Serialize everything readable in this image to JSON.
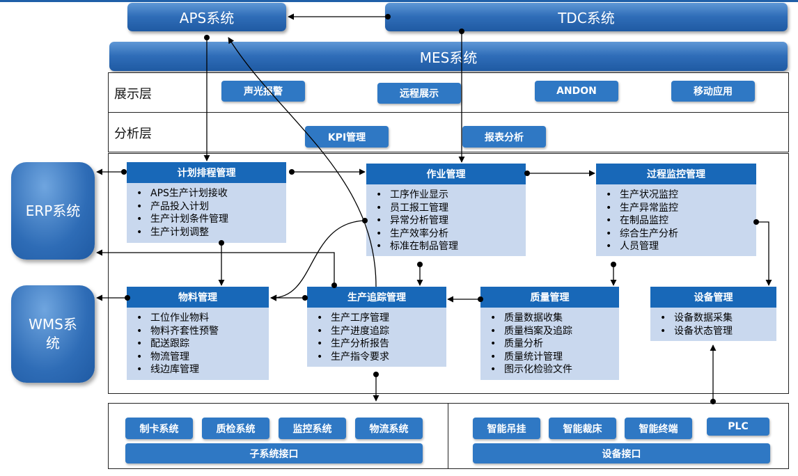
{
  "systems": {
    "aps": "APS系统",
    "tdc": "TDC系统",
    "mes": "MES系统",
    "erp": "ERP系统",
    "wms": "WMS系\n统"
  },
  "layers": {
    "display": {
      "label": "展示层",
      "items": [
        "声光报警",
        "远程展示",
        "ANDON",
        "移动应用"
      ]
    },
    "analysis": {
      "label": "分析层",
      "items": [
        "KPI管理",
        "报表分析"
      ]
    }
  },
  "modules": {
    "plan": {
      "title": "计划排程管理",
      "items": [
        "APS生产计划接收",
        "产品投入计划",
        "生产计划条件管理",
        "生产计划调整"
      ]
    },
    "operation": {
      "title": "作业管理",
      "items": [
        "工序作业显示",
        "员工报工管理",
        "异常分析管理",
        "生产效率分析",
        "标准在制品管理"
      ]
    },
    "monitor": {
      "title": "过程监控管理",
      "items": [
        "生产状况监控",
        "生产异常监控",
        "在制品监控",
        "综合生产分析",
        "人员管理"
      ]
    },
    "material": {
      "title": "物料管理",
      "items": [
        "工位作业物料",
        "物料齐套性预警",
        "配送跟踪",
        "物流管理",
        "线边库管理"
      ]
    },
    "trace": {
      "title": "生产追踪管理",
      "items": [
        "生产工序管理",
        "生产进度追踪",
        "生产分析报告",
        "生产指令要求"
      ]
    },
    "quality": {
      "title": "质量管理",
      "items": [
        "质量数据收集",
        "质量档案及追踪",
        "质量分析",
        "质量统计管理",
        "图示化检验文件"
      ]
    },
    "equipment": {
      "title": "设备管理",
      "items": [
        "设备数据采集",
        "设备状态管理"
      ]
    }
  },
  "interfaces": {
    "subsystem": {
      "items": [
        "制卡系统",
        "质检系统",
        "监控系统",
        "物流系统"
      ],
      "bar": "子系统接口"
    },
    "device": {
      "items": [
        "智能吊挂",
        "智能裁床",
        "智能终端",
        "PLC"
      ],
      "bar": "设备接口"
    }
  }
}
